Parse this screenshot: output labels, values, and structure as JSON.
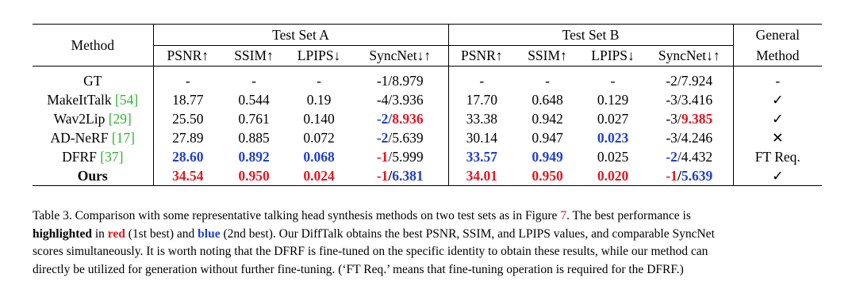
{
  "table": {
    "header": {
      "method": "Method",
      "test_set_a": "Test Set A",
      "test_set_b": "Test Set B",
      "general_line1": "General",
      "general_line2": "Method",
      "metrics": [
        "PSNR↑",
        "SSIM↑",
        "LPIPS↓",
        "SyncNet↓↑"
      ]
    },
    "rows": [
      {
        "name": "GT",
        "ref": "",
        "a": [
          "-",
          "-",
          "-",
          "-1/8.979"
        ],
        "b": [
          "-",
          "-",
          "-",
          "-2/7.924"
        ],
        "general": "-"
      },
      {
        "name": "MakeItTalk",
        "ref": "[54]",
        "a": [
          "18.77",
          "0.544",
          "0.19",
          "-4/3.936"
        ],
        "b": [
          "17.70",
          "0.648",
          "0.129",
          "-3/3.416"
        ],
        "general": "✓"
      },
      {
        "name": "Wav2Lip",
        "ref": "[29]",
        "a": [
          "25.50",
          "0.761",
          "0.140",
          "-2",
          "/",
          "8.936"
        ],
        "b": [
          "33.38",
          "0.942",
          "0.027",
          "-3/",
          "9.385"
        ],
        "general": "✓"
      },
      {
        "name": "AD-NeRF",
        "ref": "[17]",
        "a": [
          "27.89",
          "0.885",
          "0.072",
          "-2",
          "/5.639"
        ],
        "b": [
          "30.14",
          "0.947",
          "0.023",
          "-3/4.246"
        ],
        "general": "✕"
      },
      {
        "name": "DFRF",
        "ref": "[37]",
        "a": [
          "28.60",
          "0.892",
          "0.068",
          "-1",
          "/5.999"
        ],
        "b": [
          "33.57",
          "0.949",
          "0.025",
          "-2",
          "/4.432"
        ],
        "general": "FT Req."
      },
      {
        "name": "Ours",
        "ref": "",
        "a": [
          "34.54",
          "0.950",
          "0.024",
          "-1",
          "/",
          "6.381"
        ],
        "b": [
          "34.01",
          "0.950",
          "0.020",
          "-1",
          "/",
          "5.639"
        ],
        "general": "✓"
      }
    ],
    "colors": {
      "best": "#e8141e",
      "second": "#1f3fd1",
      "citation": "#2db52d"
    }
  },
  "caption": {
    "l1a": "Table 3.  Comparison with some representative talking head synthesis methods on two test sets as in Figure ",
    "fig_ref": "7",
    "l1b": ".  The best performance is",
    "highlighted": "highlighted",
    "l2a": " in ",
    "red_word": "red",
    "l2b": " (1st best) and ",
    "blue_word": "blue",
    "l2c": " (2nd best). Our DiffTalk obtains the best PSNR, SSIM, and LPIPS values, and comparable SyncNet",
    "l3": "scores simultaneously. It is worth noting that the DFRF is fine-tuned on the specific identity to obtain these results, while our method can",
    "l4": "directly be utilized for generation without further fine-tuning. (‘FT Req.’ means that fine-tuning operation is required for the DFRF.)"
  }
}
